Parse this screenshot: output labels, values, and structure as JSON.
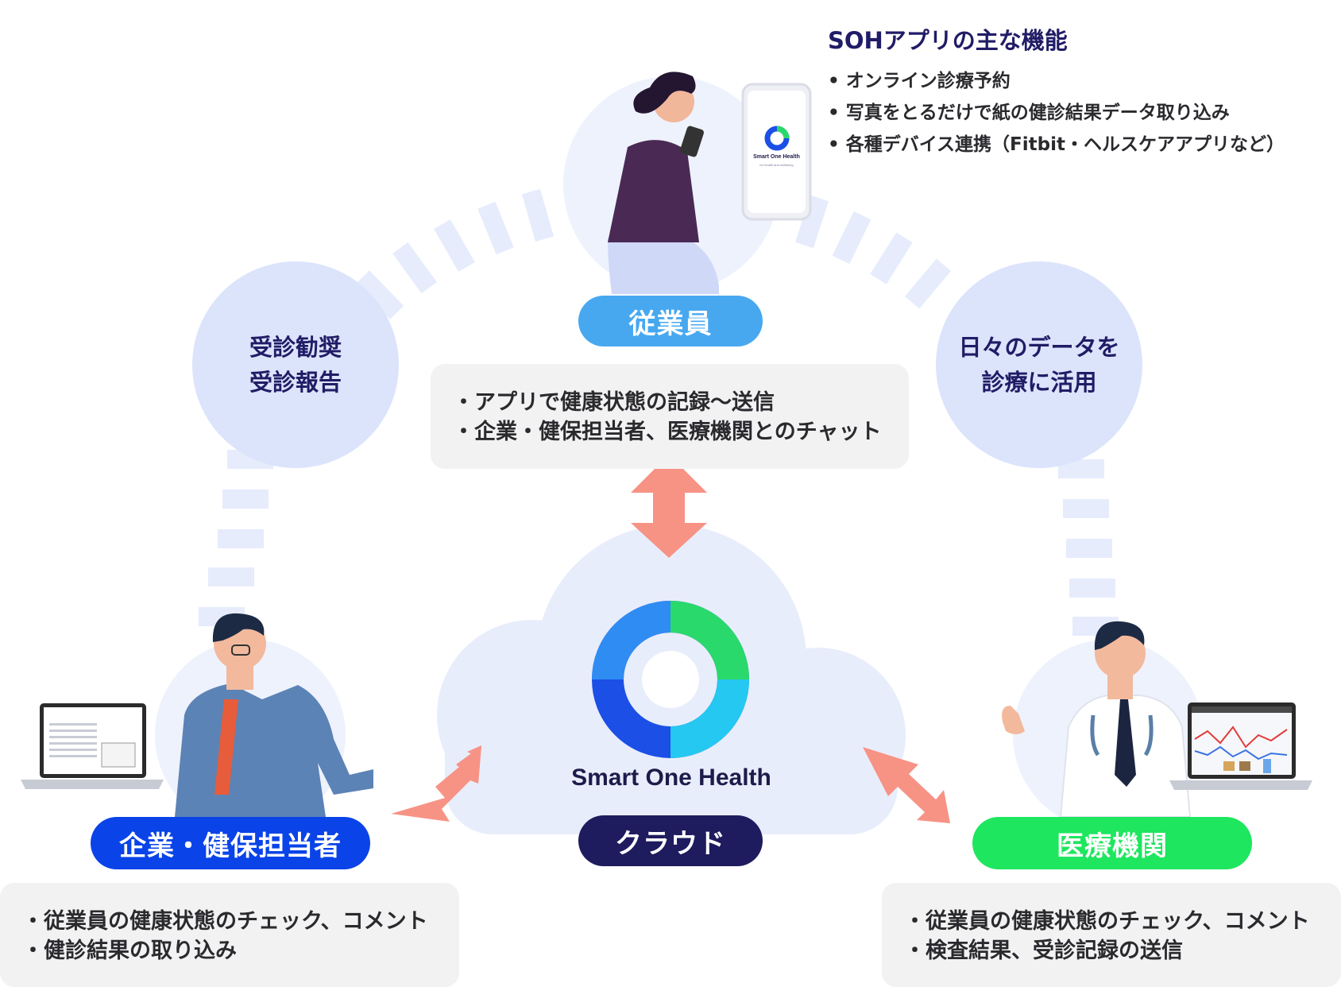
{
  "colors": {
    "navy": "#1e1b5e",
    "blue": "#0a43e8",
    "sky": "#47a8f0",
    "green": "#1ee65e",
    "arrow": "#f79385",
    "bubble": "#dbe4fb",
    "cloud": "#e8edfb",
    "box": "#f2f2f3"
  },
  "app_features": {
    "title": "SOHアプリの主な機能",
    "items": [
      "オンライン診療予約",
      "写真をとるだけで紙の健診結果データ取り込み",
      "各種デバイス連携（Fitbit・ヘルスケアアプリなど）"
    ]
  },
  "phone": {
    "app_name": "Smart One Health",
    "tagline": "for health and wellbeing"
  },
  "left_bubble": {
    "line1": "受診勧奨",
    "line2": "受診報告"
  },
  "right_bubble": {
    "line1": "日々のデータを",
    "line2": "診療に活用"
  },
  "employee": {
    "label": "従業員",
    "items": [
      "・アプリで健康状態の記録〜送信",
      "・企業・健保担当者、医療機関とのチャット"
    ]
  },
  "company": {
    "label": "企業・健保担当者",
    "items": [
      "・従業員の健康状態のチェック、コメント",
      "・健診結果の取り込み"
    ]
  },
  "medical": {
    "label": "医療機関",
    "items": [
      "・従業員の健康状態のチェック、コメント",
      "・検査結果、受診記録の送信"
    ]
  },
  "cloud": {
    "brand": "Smart One Health",
    "label": "クラウド"
  }
}
